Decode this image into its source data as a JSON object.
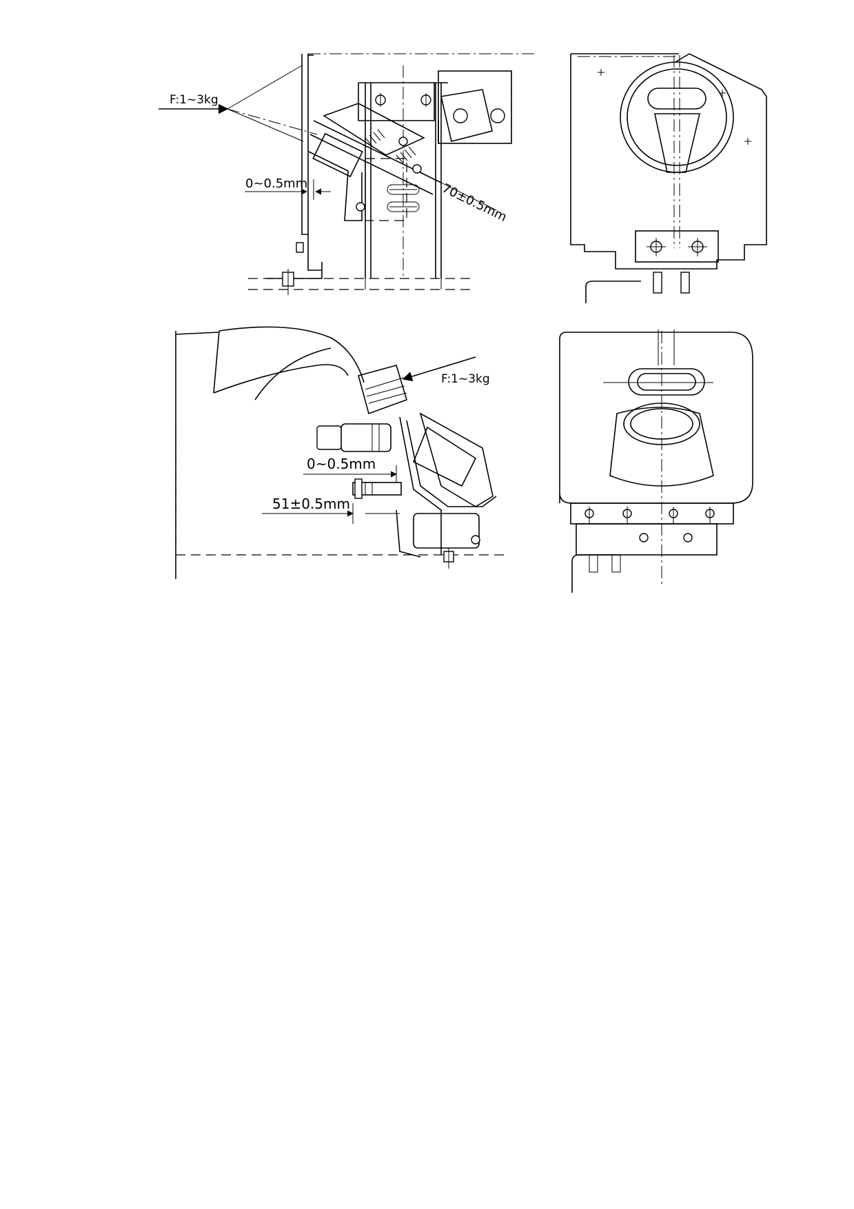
{
  "drawing": {
    "view_top_left": {
      "force_label": "F:1~3kg",
      "gap_label": "0~0.5mm",
      "length_label": "70±0.5mm"
    },
    "view_bottom_left": {
      "force_label": "F:1~3kg",
      "gap_label": "0~0.5mm",
      "length_label": "51±0.5mm"
    }
  }
}
